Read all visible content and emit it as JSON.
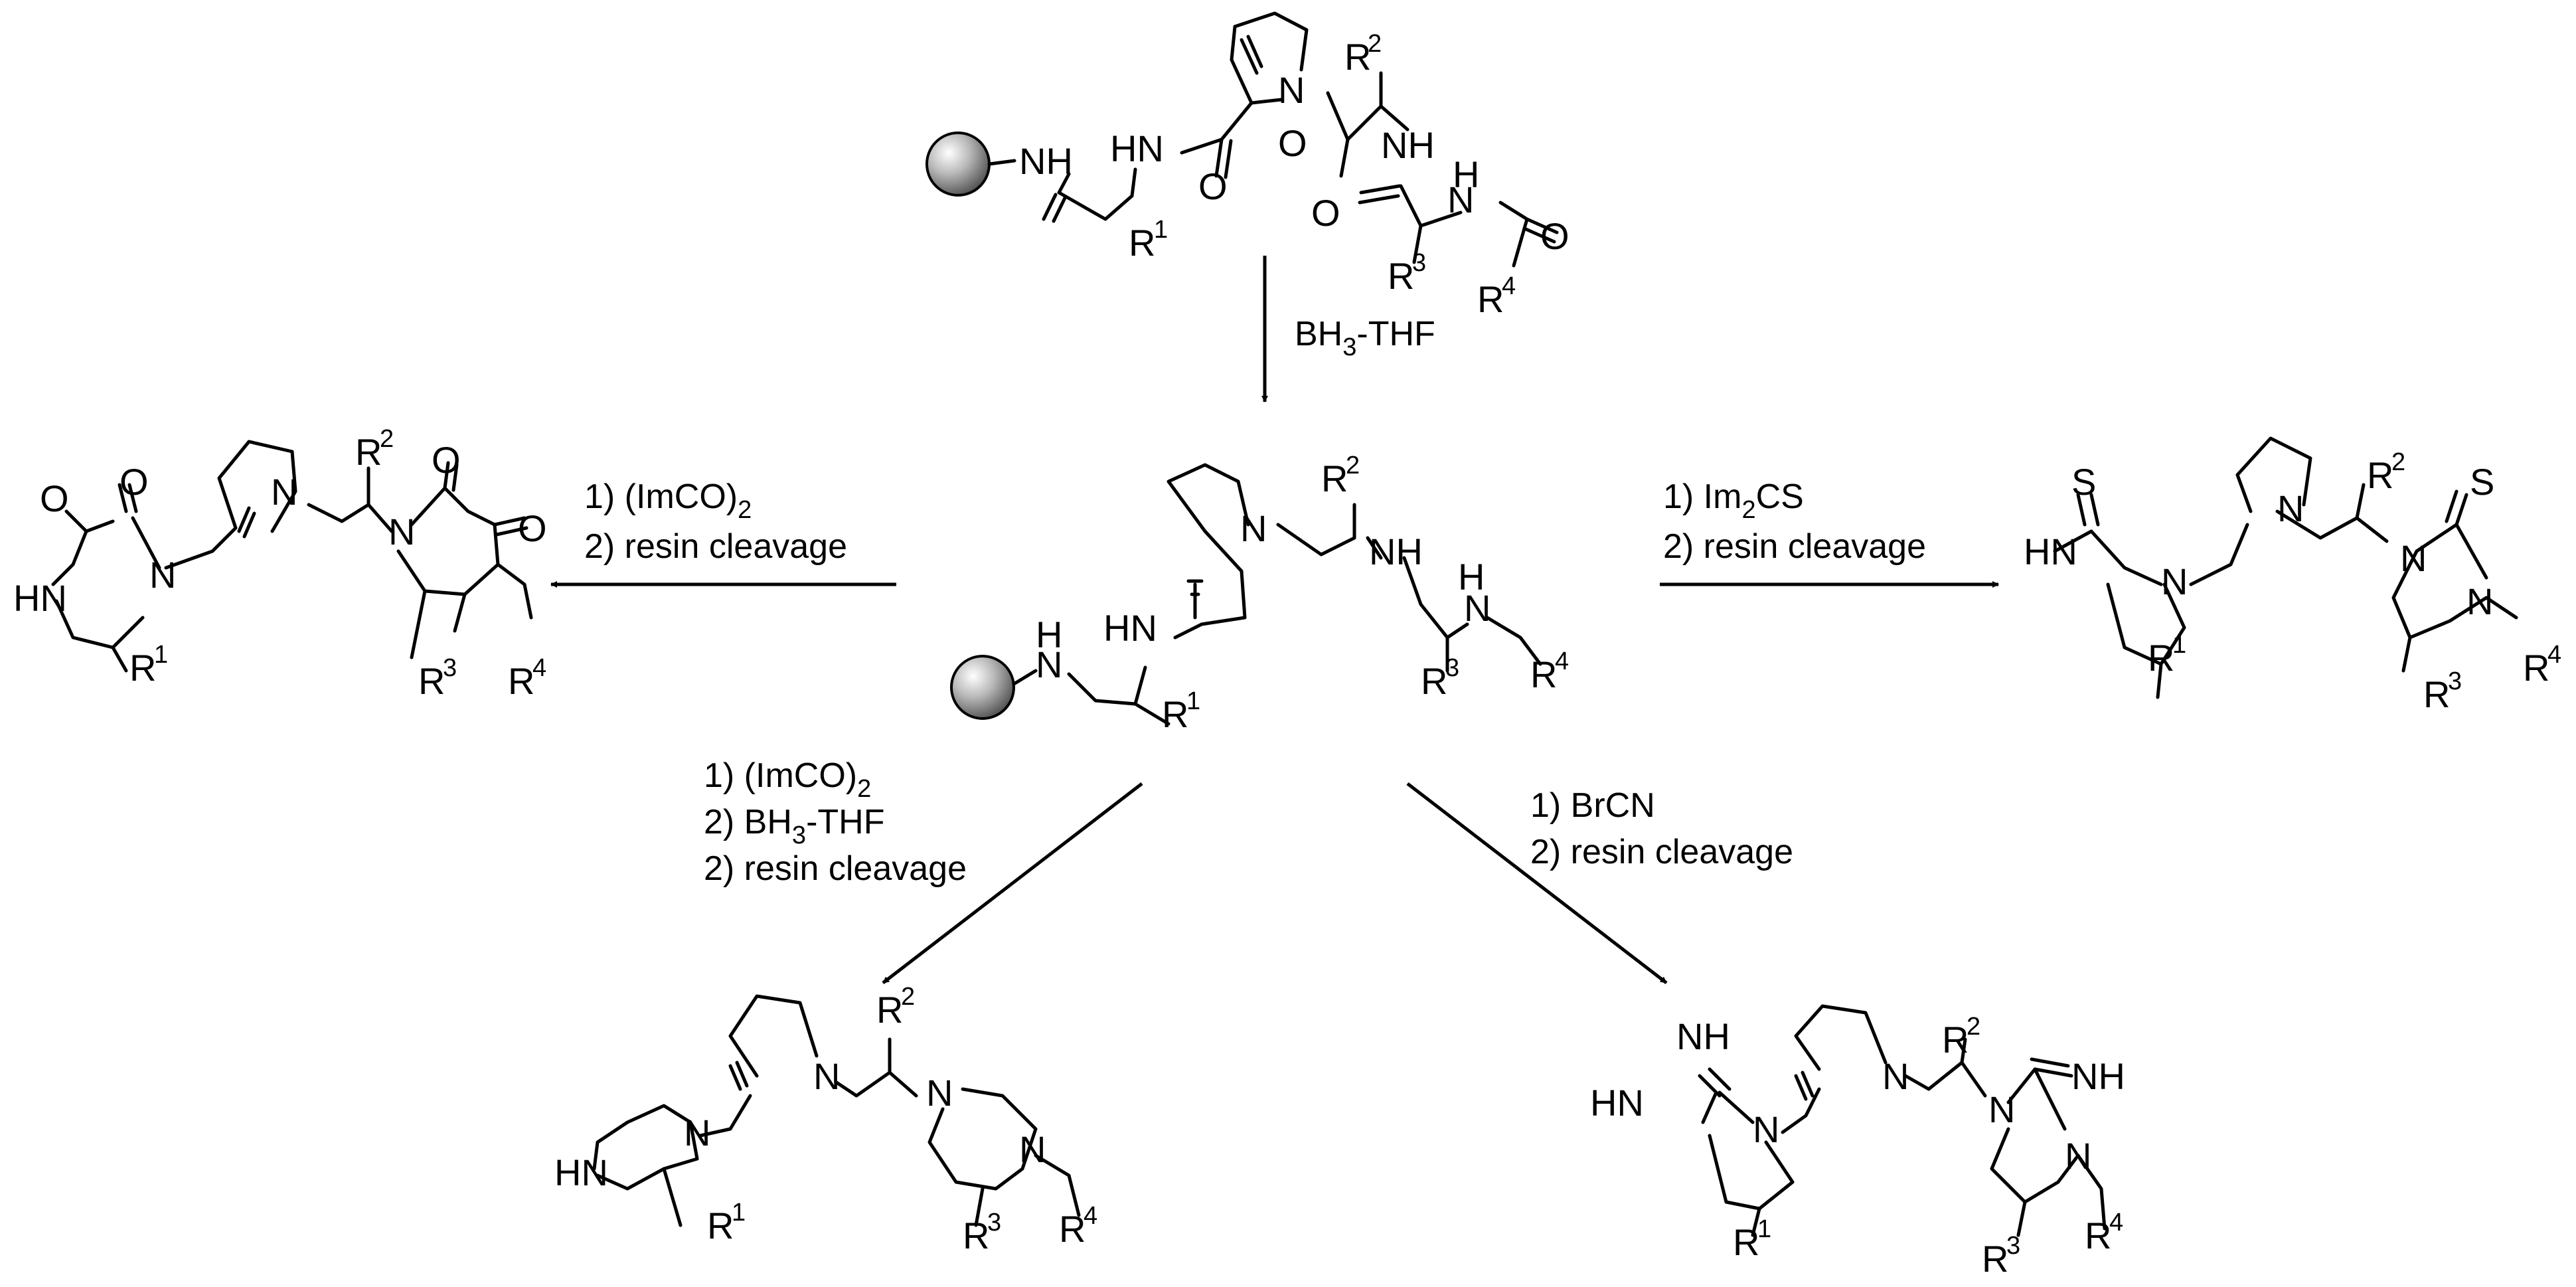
{
  "compounds": {
    "start": {
      "atoms": [
        "NH",
        "HN",
        "N",
        "R",
        "2",
        "O",
        "NH",
        "O",
        "O",
        "N",
        "H",
        "O",
        "R",
        "1",
        "R",
        "3",
        "R",
        "4"
      ]
    },
    "center": {
      "atoms": [
        "N",
        "R",
        "2",
        "NH",
        "H",
        "N",
        "HN",
        "N",
        "H",
        "R",
        "1",
        "R",
        "3",
        "R",
        "4"
      ]
    },
    "left": {
      "atoms": [
        "O",
        "O",
        "N",
        "R",
        "2",
        "O",
        "O",
        "N",
        "N",
        "HN",
        "R",
        "1",
        "R",
        "3",
        "R",
        "4"
      ]
    },
    "right": {
      "atoms": [
        "S",
        "N",
        "R",
        "2",
        "S",
        "HN",
        "N",
        "N",
        "N",
        "R",
        "1",
        "R",
        "3",
        "R",
        "4"
      ]
    },
    "bottom_left": {
      "atoms": [
        "N",
        "R",
        "2",
        "N",
        "N",
        "HN",
        "N",
        "R",
        "1",
        "R",
        "3",
        "R",
        "4"
      ]
    },
    "bottom_right": {
      "atoms": [
        "NH",
        "N",
        "R",
        "2",
        "NH",
        "HN",
        "N",
        "N",
        "N",
        "R",
        "1",
        "R",
        "3",
        "R",
        "4"
      ]
    }
  },
  "steps": {
    "reduction": {
      "line1": "BH",
      "sub1": "3",
      "line1b": "-THF"
    },
    "left": {
      "line1": "1) (ImCO)",
      "sub1": "2",
      "line2": "2) resin cleavage"
    },
    "right": {
      "line1": "1) Im",
      "sub1": "2",
      "line1b": "CS",
      "line2": "2) resin cleavage"
    },
    "bottom_left": {
      "line1": "1) (ImCO)",
      "sub1": "2",
      "line2": "2) BH",
      "sub2": "3",
      "line2b": "-THF",
      "line3": "2) resin cleavage"
    },
    "bottom_right": {
      "line1": "1) BrCN",
      "line2": "2) resin cleavage"
    }
  }
}
